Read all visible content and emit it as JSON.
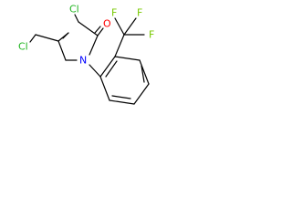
{
  "molecule": {
    "atoms": {
      "cl_ring": "Cl",
      "o_carbonyl": "O",
      "cl_methyl": "Cl",
      "n_ring": "N",
      "f_top_left": "F",
      "f_top_right": "F",
      "f_right": "F"
    }
  },
  "colors": {
    "bond": "#000000",
    "chlorine": "#1fb41f",
    "oxygen": "#ff0000",
    "nitrogen": "#0000ff",
    "fluorine": "#78c800"
  }
}
